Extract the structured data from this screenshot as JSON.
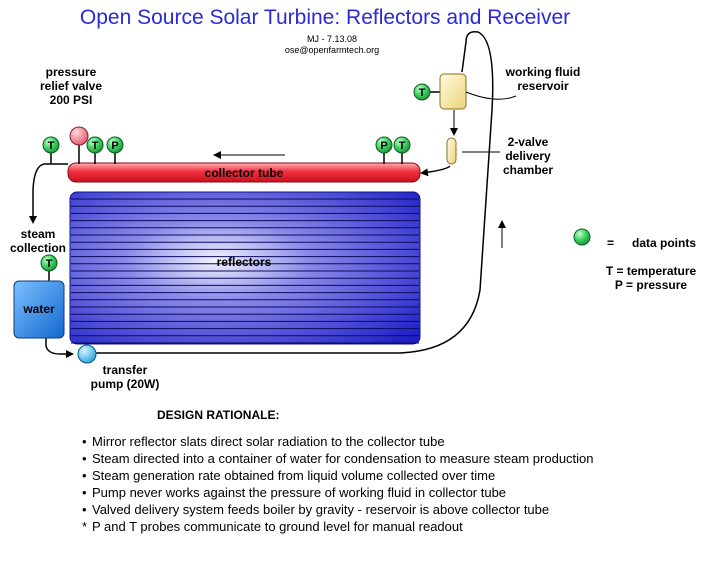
{
  "title": "Open Source Solar Turbine:  Reflectors and Receiver",
  "author_line": "MJ - 7.13.08",
  "email_line": "ose@openfarmtech.org",
  "labels": {
    "pressure_relief": [
      "pressure",
      "relief valve",
      "200 PSI"
    ],
    "collector_tube": "collector tube",
    "reflectors": "reflectors",
    "steam_collection": [
      "steam",
      "collection"
    ],
    "water": "water",
    "transfer_pump": [
      "transfer",
      "pump (20W)"
    ],
    "working_fluid_reservoir": [
      "working fluid",
      "reservoir"
    ],
    "delivery_chamber": [
      "2-valve",
      "delivery",
      "chamber"
    ]
  },
  "probes": {
    "left": [
      "T",
      "T",
      "P"
    ],
    "right": [
      "P",
      "T"
    ],
    "steam": "T",
    "reservoir": "T"
  },
  "legend": {
    "equals": "=",
    "data_points": "data points",
    "temperature": "T = temperature",
    "pressure": "P = pressure"
  },
  "rationale": {
    "heading": "DESIGN RATIONALE:",
    "items": [
      {
        "marker": "•",
        "text": "Mirror reflector slats direct solar radiation to the collector tube"
      },
      {
        "marker": "•",
        "text": "Steam directed into a container of water for condensation to measure steam production"
      },
      {
        "marker": "•",
        "text": "Steam generation rate obtained from liquid volume collected over time"
      },
      {
        "marker": "•",
        "text": "Pump never works against the pressure of working fluid in collector tube"
      },
      {
        "marker": "•",
        "text": "Valved delivery system feeds boiler by gravity - reservoir is above collector tube"
      },
      {
        "marker": "*",
        "text": "P and T probes communicate to ground level for manual readout"
      }
    ]
  },
  "colors": {
    "title": "#2a2ad8",
    "collector_tube": "#e8202a",
    "reflectors": "#2020d8",
    "probe": "#2ec04a",
    "pump": "#2fb8e8",
    "water": "#1e7fe0",
    "relief_valve": "#e86a7a",
    "reservoir": "#f2e49a"
  }
}
